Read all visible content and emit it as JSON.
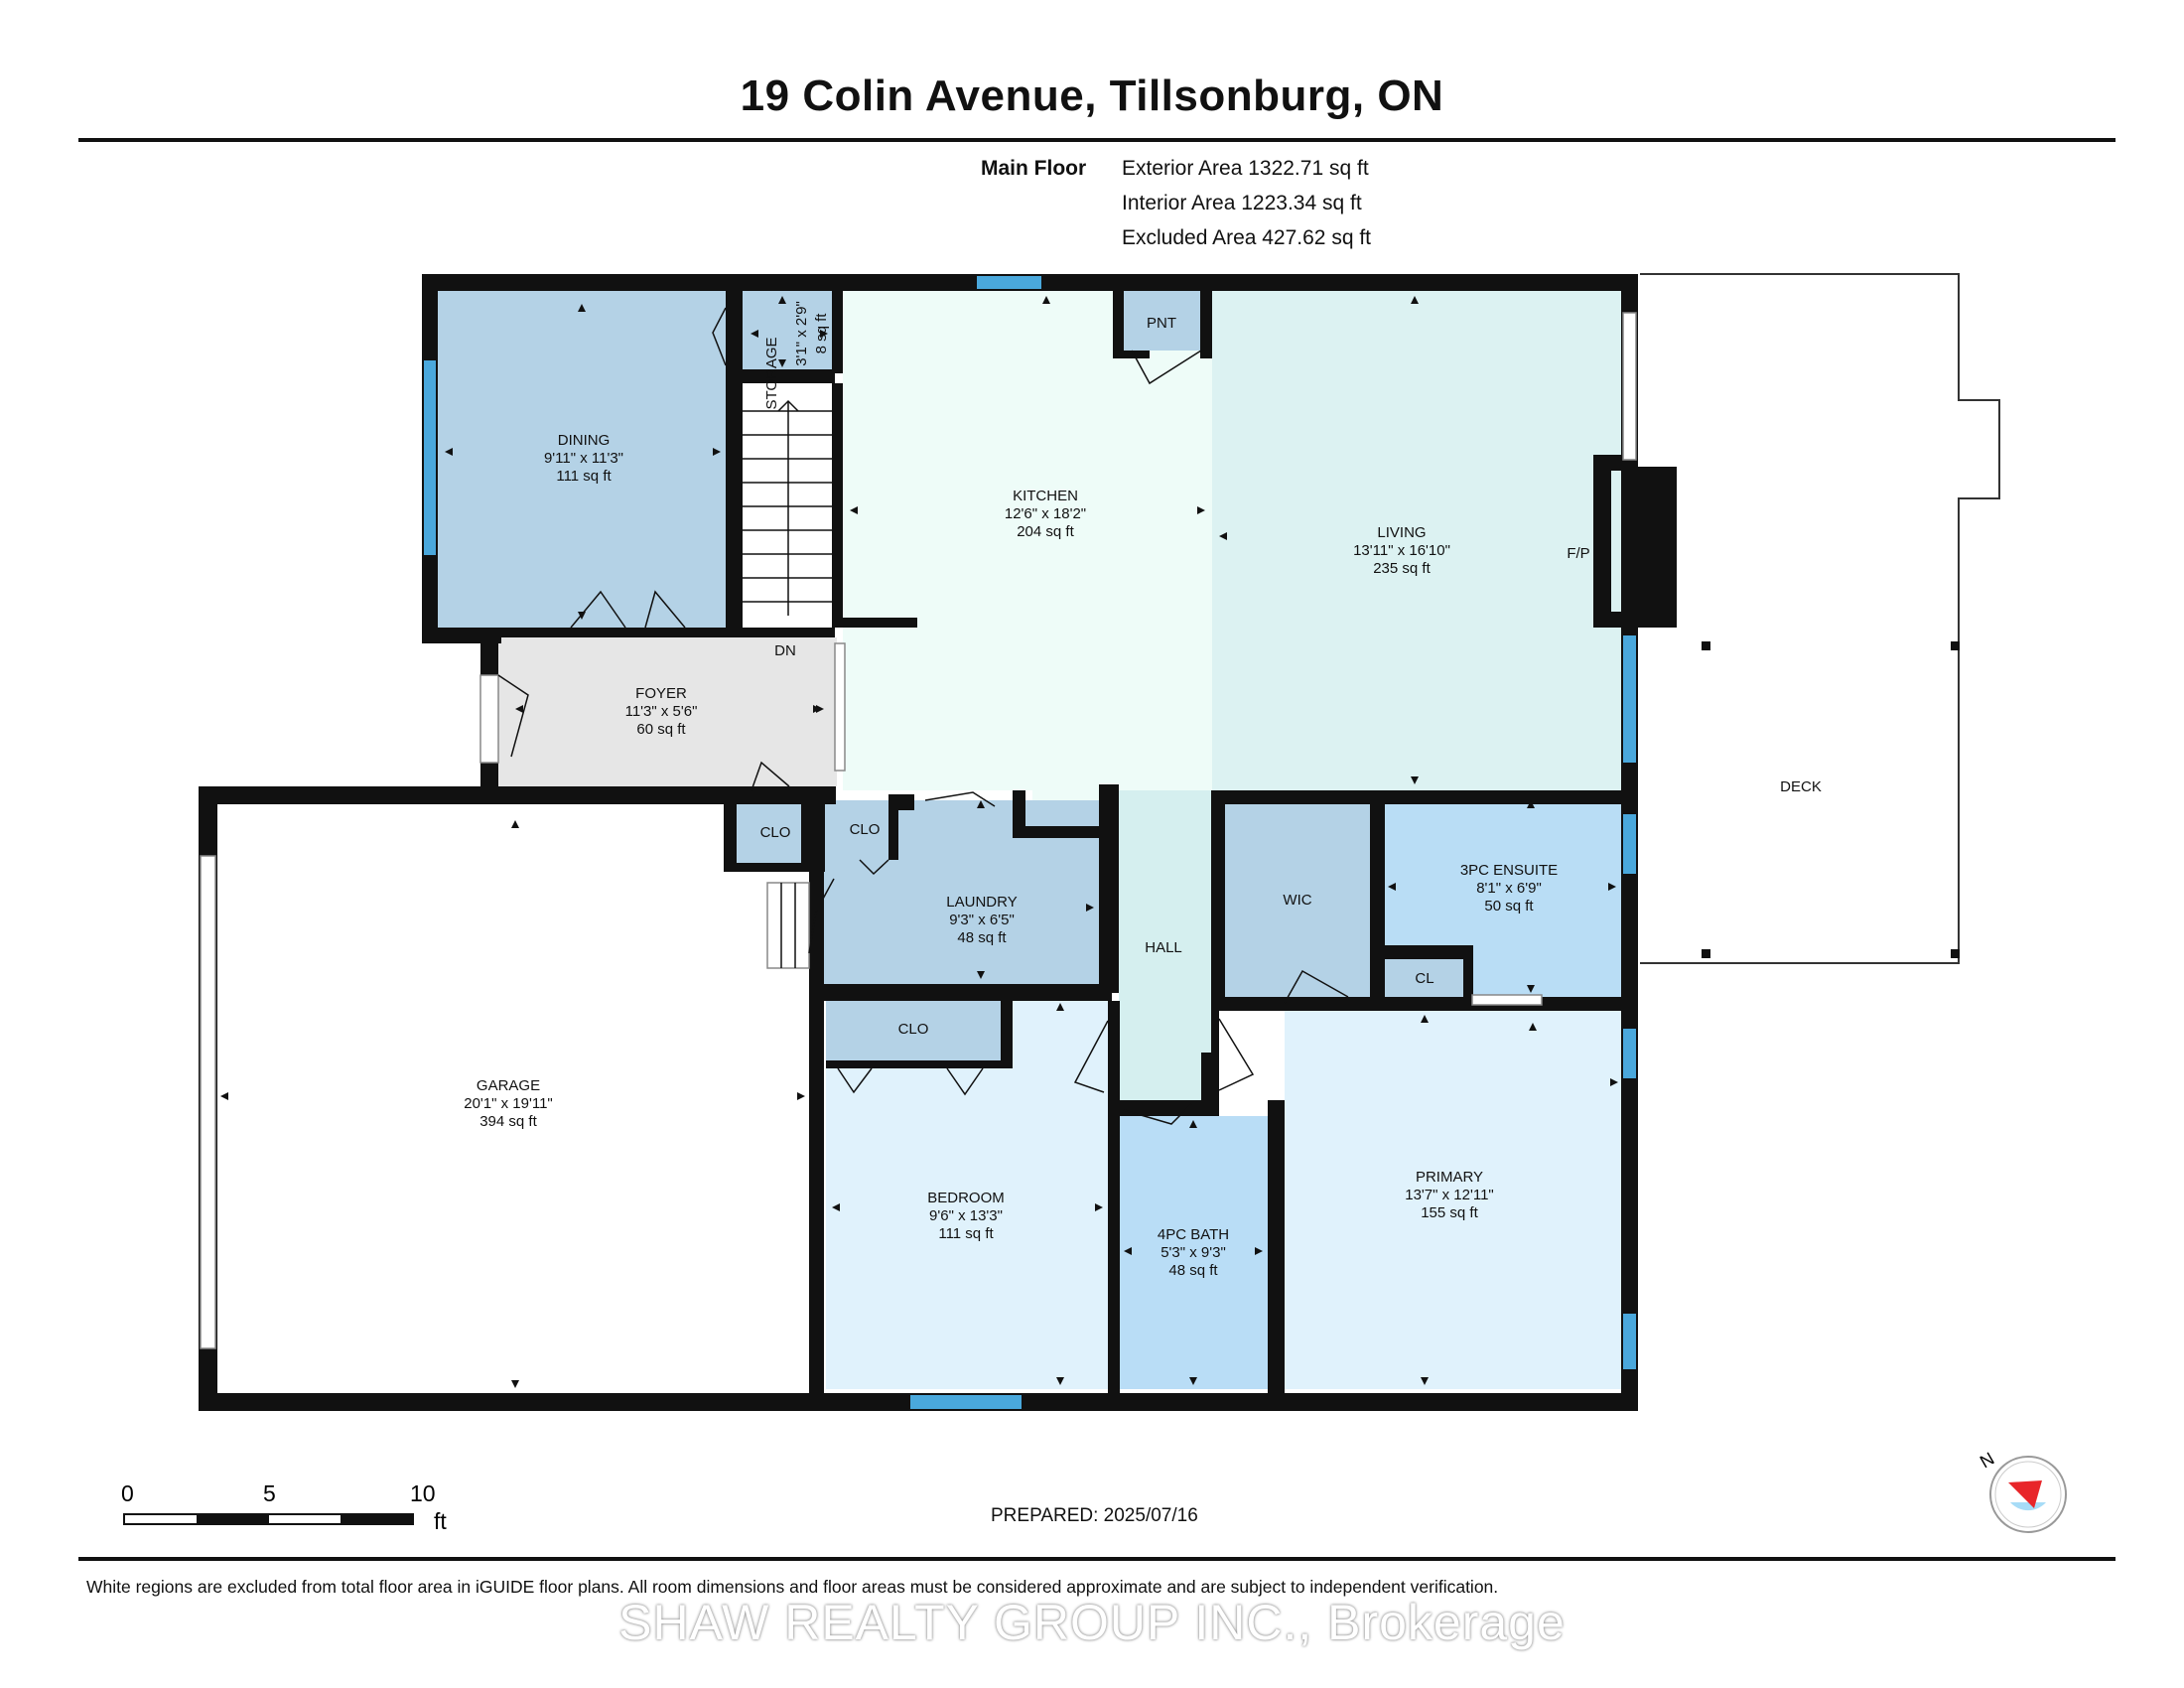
{
  "title": "19 Colin Avenue, Tillsonburg, ON",
  "area_summary": {
    "floor_label": "Main Floor",
    "exterior": "Exterior Area 1322.71 sq ft",
    "interior": "Interior Area 1223.34 sq ft",
    "excluded": "Excluded Area 427.62 sq ft"
  },
  "rooms": {
    "dining": {
      "name": "DINING",
      "dims": "9'11\" x 11'3\"",
      "area": "111 sq ft"
    },
    "storage": {
      "name": "STORAGE",
      "dims": "3'1\" x 2'9\"",
      "area": "8 sq ft"
    },
    "kitchen": {
      "name": "KITCHEN",
      "dims": "12'6\" x 18'2\"",
      "area": "204 sq ft"
    },
    "living": {
      "name": "LIVING",
      "dims": "13'11\" x 16'10\"",
      "area": "235 sq ft"
    },
    "foyer": {
      "name": "FOYER",
      "dims": "11'3\" x 5'6\"",
      "area": "60 sq ft"
    },
    "laundry": {
      "name": "LAUNDRY",
      "dims": "9'3\" x 6'5\"",
      "area": "48 sq ft"
    },
    "ensuite": {
      "name": "3PC ENSUITE",
      "dims": "8'1\" x 6'9\"",
      "area": "50 sq ft"
    },
    "garage": {
      "name": "GARAGE",
      "dims": "20'1\" x 19'11\"",
      "area": "394 sq ft"
    },
    "bedroom": {
      "name": "BEDROOM",
      "dims": "9'6\" x 13'3\"",
      "area": "111 sq ft"
    },
    "bath": {
      "name": "4PC BATH",
      "dims": "5'3\" x 9'3\"",
      "area": "48 sq ft"
    },
    "primary": {
      "name": "PRIMARY",
      "dims": "13'7\" x 12'11\"",
      "area": "155 sq ft"
    }
  },
  "labels": {
    "pnt": "PNT",
    "dn": "DN",
    "fp": "F/P",
    "clo": "CLO",
    "wic": "WIC",
    "cl": "CL",
    "hall": "HALL",
    "deck": "DECK"
  },
  "scale": {
    "zero": "0",
    "five": "5",
    "ten": "10",
    "unit": "ft"
  },
  "compass_label": "N",
  "prepared": "PREPARED: 2025/07/16",
  "disclaimer": "White regions are excluded from total floor area in iGUIDE floor plans. All room dimensions and floor areas must be considered approximate and are subject to independent verification.",
  "watermark": "SHAW REALTY GROUP INC., Brokerage",
  "colors": {
    "dining": "#b4d2e6",
    "kitchen": "#eefcf8",
    "living": "#dcf2f2",
    "foyer": "#e6e6e6",
    "small_room": "#b4d2e6",
    "hall": "#d5efef",
    "ensuite": "#b9ddf5",
    "bedroom": "#e0f2fc",
    "bath": "#b9ddf6",
    "primary": "#e0f2fc",
    "wall": "#111111",
    "window": "#4aa8dc",
    "compass_red": "#e8262a",
    "compass_blue": "#a7dcf7"
  }
}
